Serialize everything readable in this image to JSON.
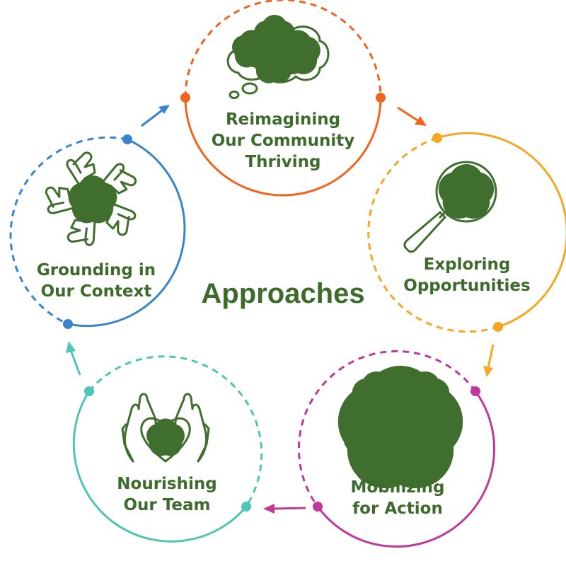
{
  "title": "Approaches",
  "text_color": "#3d6b2c",
  "icon_color": "#3f6e2e",
  "steps": [
    {
      "line1": "Reimagining",
      "line2": "Our Community",
      "line3": "Thriving",
      "color": "#f0641e",
      "icon": "thought-bubble-stars-icon"
    },
    {
      "line1": "Exploring",
      "line2": "Opportunities",
      "color": "#f5a623",
      "icon": "magnifier-star-icon"
    },
    {
      "line1": "Mobilizing",
      "line2": "for Action",
      "color": "#c0389a",
      "icon": "stars-cluster-icon"
    },
    {
      "line1": "Nourishing",
      "line2": "Our Team",
      "color": "#4dc6b6",
      "icon": "hands-heart-icon"
    },
    {
      "line1": "Grounding in",
      "line2": "Our Context",
      "color": "#3a84cc",
      "icon": "joined-hands-icon"
    }
  ]
}
